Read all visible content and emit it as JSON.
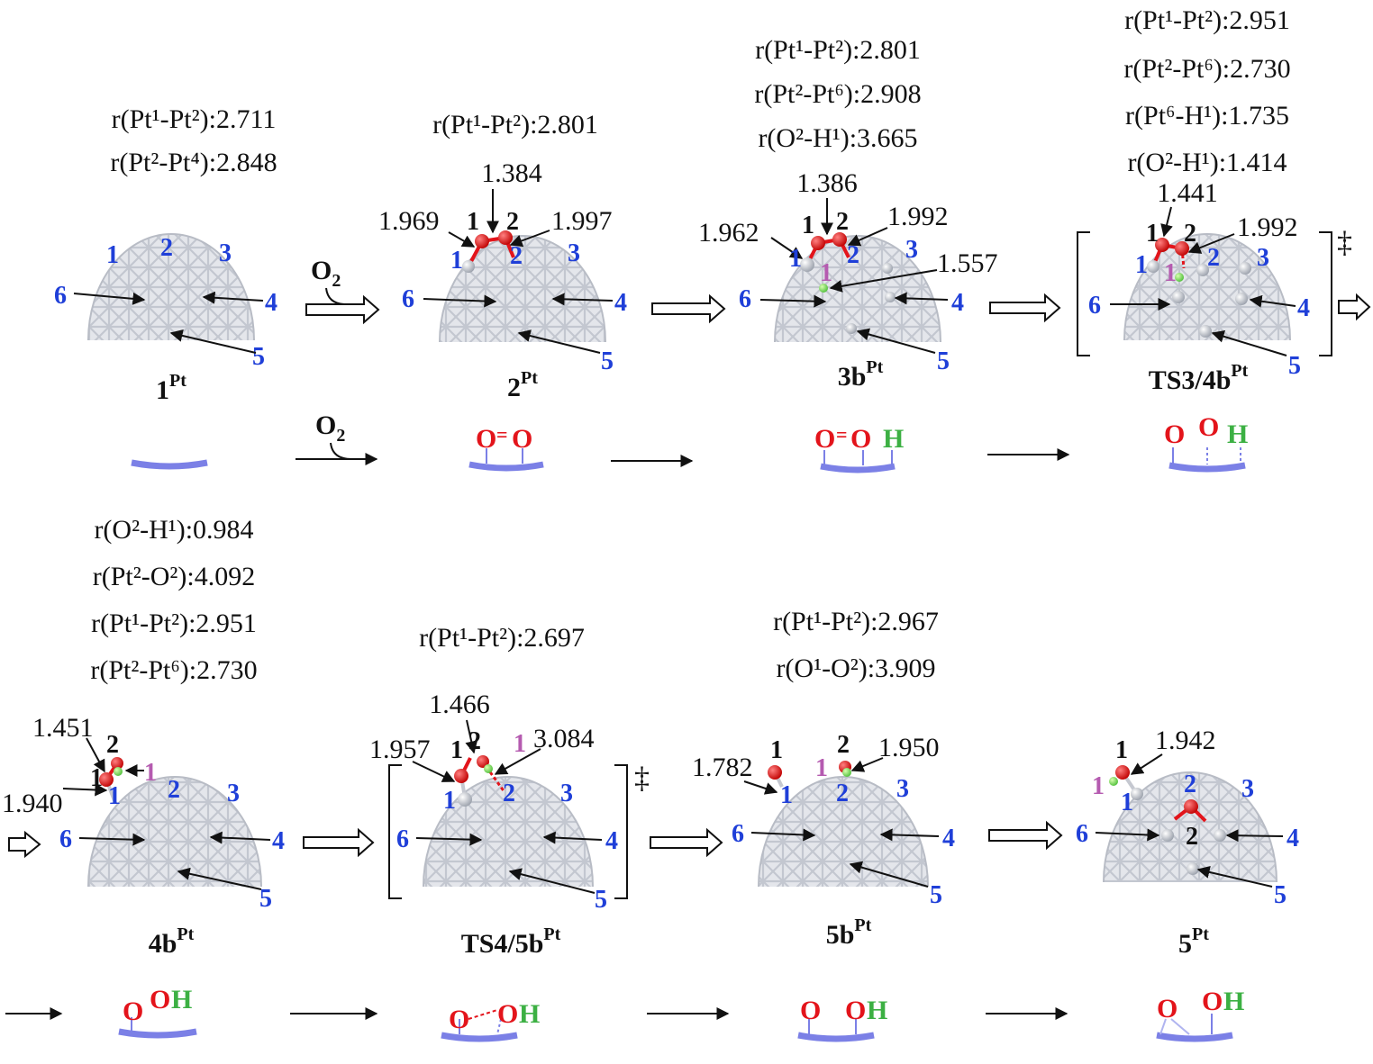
{
  "colors": {
    "pt_label": "#1f3fd8",
    "o_atom": "#e3141b",
    "h_atom": "#3cb043",
    "h_label": "#b55bb0",
    "surface": "#7b80e6",
    "cage": "#d6d9e0",
    "text": "#111111"
  },
  "panels": [
    {
      "id": "1Pt",
      "name": "1",
      "sup": "Pt",
      "distances": [
        "r(Pt¹-Pt²):2.711",
        "r(Pt²-Pt⁴):2.848"
      ],
      "annotations": [],
      "schematic": {
        "left": "",
        "right": ""
      }
    },
    {
      "id": "2Pt",
      "name": "2",
      "sup": "Pt",
      "distances": [
        "r(Pt¹-Pt²):2.801"
      ],
      "annotations": [
        "1.384",
        "1.969",
        "1.997"
      ],
      "schematic": {
        "left": "O",
        "right": "O",
        "h": ""
      }
    },
    {
      "id": "3bPt",
      "name": "3b",
      "sup": "Pt",
      "distances": [
        "r(Pt¹-Pt²):2.801",
        "r(Pt²-Pt⁶):2.908",
        "r(O²-H¹):3.665"
      ],
      "annotations": [
        "1.386",
        "1.962",
        "1.992",
        "1.557"
      ],
      "schematic": {
        "left": "O",
        "right": "O",
        "h": "H"
      }
    },
    {
      "id": "TS3/4bPt",
      "name": "TS3/4b",
      "sup": "Pt",
      "distances": [
        "r(Pt¹-Pt²):2.951",
        "r(Pt²-Pt⁶):2.730",
        "r(Pt⁶-H¹):1.735",
        "r(O²-H¹):1.414"
      ],
      "annotations": [
        "1.441",
        "1.992"
      ],
      "schematic": {
        "left": "O",
        "right": "O",
        "h": "H"
      }
    },
    {
      "id": "4bPt",
      "name": "4b",
      "sup": "Pt",
      "distances": [
        "r(O²-H¹):0.984",
        "r(Pt²-O²):4.092",
        "r(Pt¹-Pt²):2.951",
        "r(Pt²-Pt⁶):2.730"
      ],
      "annotations": [
        "1.451",
        "1.940"
      ],
      "schematic": {
        "left": "O",
        "right": "O",
        "h": "H"
      }
    },
    {
      "id": "TS4/5bPt",
      "name": "TS4/5b",
      "sup": "Pt",
      "distances": [
        "r(Pt¹-Pt²):2.697"
      ],
      "annotations": [
        "1.466",
        "1.957",
        "3.084"
      ],
      "schematic": {
        "left": "O",
        "right": "O",
        "h": "H"
      }
    },
    {
      "id": "5bPt",
      "name": "5b",
      "sup": "Pt",
      "distances": [
        "r(Pt¹-Pt²):2.967",
        "r(O¹-O²):3.909"
      ],
      "annotations": [
        "1.782",
        "1.950"
      ],
      "schematic": {
        "left": "O",
        "right": "O",
        "h": "H"
      }
    },
    {
      "id": "5Pt",
      "name": "5",
      "sup": "Pt",
      "distances": [],
      "annotations": [
        "1.942"
      ],
      "schematic": {
        "left": "O",
        "right": "O",
        "h": "H"
      }
    }
  ],
  "pt_labels": [
    "1",
    "2",
    "3",
    "4",
    "5",
    "6"
  ],
  "reagent": {
    "label": "O",
    "sub": "2"
  },
  "ts_mark": "‡"
}
